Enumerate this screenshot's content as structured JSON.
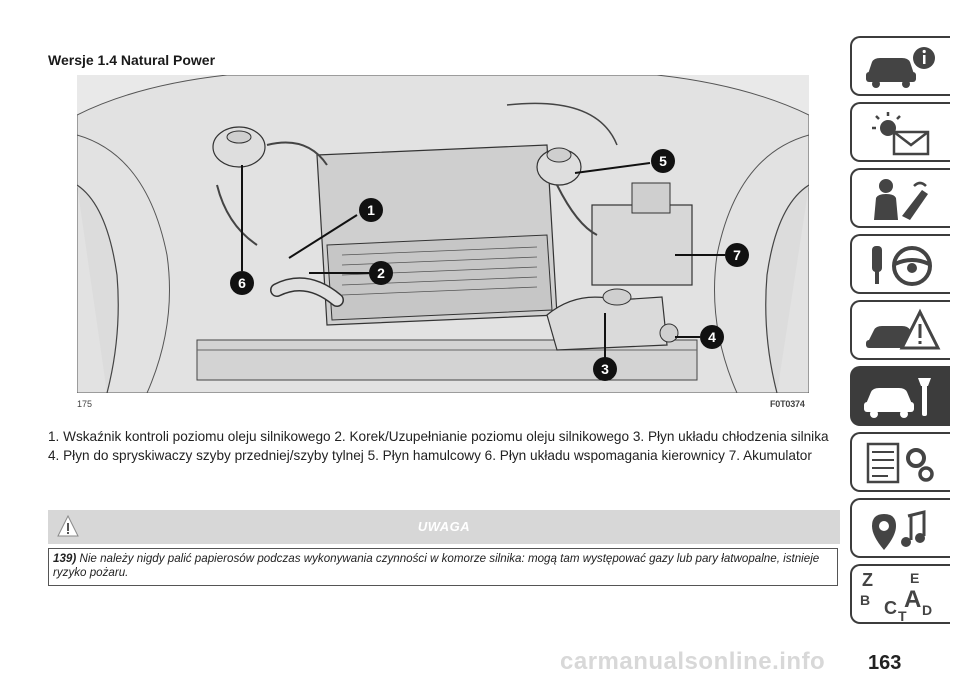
{
  "section_title": "Wersje 1.4 Natural Power",
  "figure": {
    "number": "175",
    "code": "F0T0374",
    "callouts": [
      "1",
      "2",
      "3",
      "4",
      "5",
      "6",
      "7"
    ]
  },
  "caption": "1. Wskaźnik kontroli poziomu oleju silnikowego 2. Korek/Uzupełnianie poziomu oleju silnikowego 3. Płyn układu chłodzenia silnika 4. Płyn do spryskiwaczy szyby przedniej/szyby tylnej 5. Płyn hamulcowy 6. Płyn układu wspomagania kierownicy 7. Akumulator",
  "warning": {
    "title": "UWAGA",
    "number": "139)",
    "text": "Nie należy nigdy palić papierosów podczas wykonywania czynności w komorze silnika: mogą tam występować gazy lub pary łatwopalne, istnieje ryzyko pożaru."
  },
  "sidebar": {
    "tabs": [
      {
        "icon": "car-info-icon"
      },
      {
        "icon": "warning-lights-icon"
      },
      {
        "icon": "safety-icon"
      },
      {
        "icon": "steering-key-icon"
      },
      {
        "icon": "emergency-icon"
      },
      {
        "icon": "maintenance-icon",
        "active": true
      },
      {
        "icon": "technical-data-icon"
      },
      {
        "icon": "multimedia-icon"
      },
      {
        "icon": "index-icon",
        "letters": [
          "Z",
          "E",
          "B",
          "A",
          "C",
          "D",
          "T"
        ]
      }
    ]
  },
  "page_number": "163",
  "watermark": "carmanualsonline.info"
}
